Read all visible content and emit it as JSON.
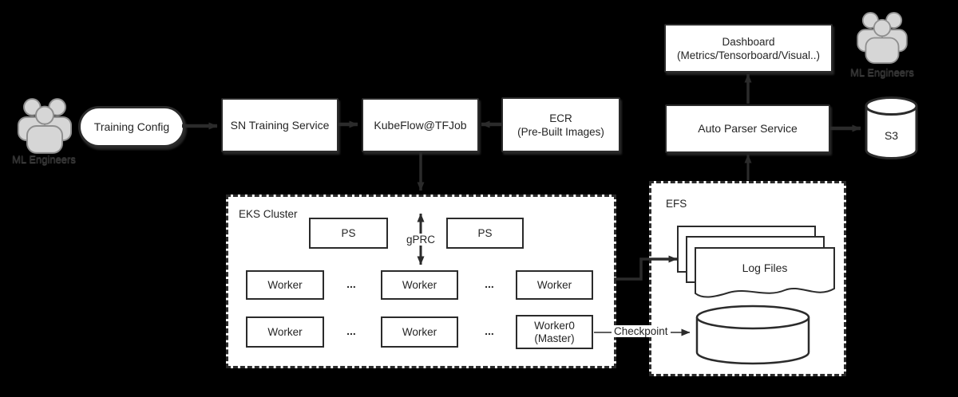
{
  "colors": {
    "background": "#000000",
    "node_fill": "#ffffff",
    "stroke": "#2b2b2b",
    "actor_fill": "#d6d6d6"
  },
  "icons": {
    "ml_engineers_left": "people-group-icon",
    "ml_engineers_right": "people-group-icon",
    "s3": "cylinder-icon",
    "checkpoint_store": "database-cylinder-icon",
    "log_files": "stacked-documents-icon"
  },
  "actors": {
    "left_label": "ML Engineers",
    "right_label": "ML Engineers"
  },
  "pipeline": {
    "training_config": "Training Config",
    "sn_training_service": "SN Training Service",
    "kubeflow": "KubeFlow@TFJob",
    "ecr_line1": "ECR",
    "ecr_line2": "(Pre-Built Images)",
    "dashboard_line1": "Dashboard",
    "dashboard_line2": "(Metrics/Tensorboard/Visual..)",
    "auto_parser": "Auto Parser Service",
    "s3": "S3"
  },
  "eks": {
    "title": "EKS Cluster",
    "ps_row": [
      "PS",
      "PS"
    ],
    "grpc": "gPRC",
    "dots": "...",
    "worker_row1": [
      "Worker",
      "Worker",
      "Worker"
    ],
    "worker_row2": [
      "Worker",
      "Worker"
    ],
    "master_line1": "Worker0",
    "master_line2": "(Master)"
  },
  "efs": {
    "title": "EFS",
    "log_files": "Log Files",
    "checkpoint": "Checkpoint"
  }
}
